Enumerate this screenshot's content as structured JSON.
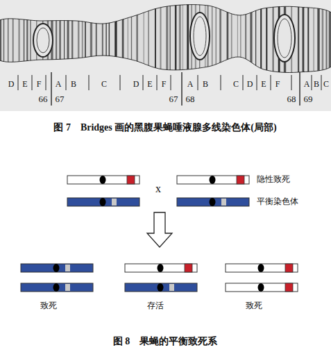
{
  "diagram": {
    "caption": "图 8　果蝇的平衡致死系",
    "labels": [
      "D",
      "E",
      "F",
      "A",
      "B",
      "C",
      "D",
      "E",
      "F",
      "A",
      "B",
      "C",
      "D",
      "E",
      "F",
      "A",
      "B",
      "C",
      "66",
      "67",
      "67",
      "68",
      "68",
      "69",
      "图 7　Bridges 画的黑腹果蝇唾液腺多线染色体(局部)",
      "x",
      "隐性致死",
      "平衡染色体",
      "致死",
      "存活",
      "致死"
    ]
  }
}
